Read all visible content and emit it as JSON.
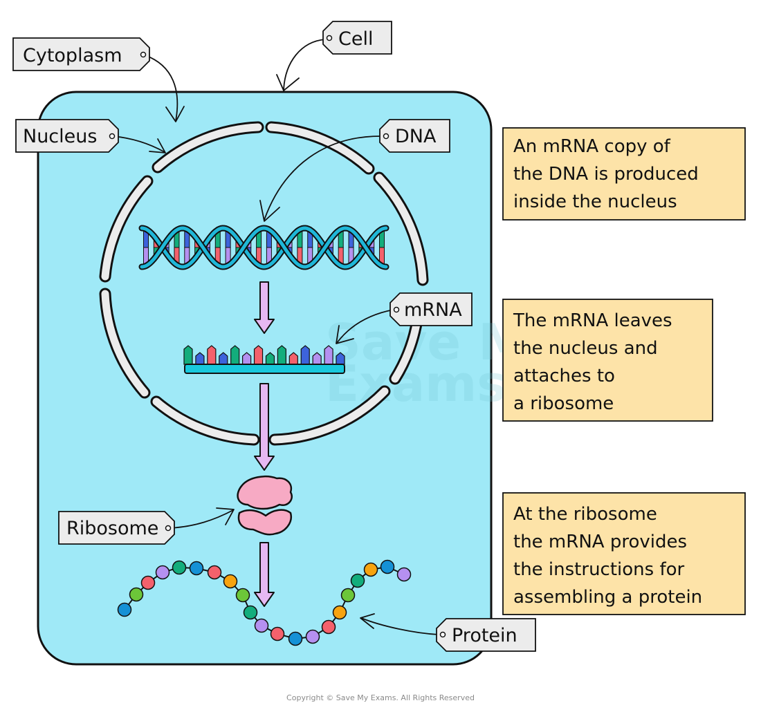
{
  "labels": {
    "cytoplasm": "Cytoplasm",
    "cell": "Cell",
    "nucleus": "Nucleus",
    "dna": "DNA",
    "mrna": "mRNA",
    "ribosome": "Ribosome",
    "protein": "Protein"
  },
  "notes": [
    {
      "lines": [
        "An mRNA copy of",
        "the DNA is produced",
        "inside the nucleus"
      ]
    },
    {
      "lines": [
        "The mRNA leaves",
        "the nucleus and",
        "attaches to",
        "a ribosome"
      ]
    },
    {
      "lines": [
        "At the ribosome",
        "the mRNA provides",
        "the instructions for",
        "assembling a protein"
      ]
    }
  ],
  "watermark": [
    "Save My",
    "Exams"
  ],
  "copyright": "Copyright © Save My Exams. All Rights Reserved",
  "colors": {
    "cell_fill": "#9fe9f7",
    "note_fill": "#fde3a8",
    "tag_fill": "#ececec",
    "arrow_purple": "#e6b8f2",
    "ribosome_pink": "#f7aac4",
    "mrna_backbone": "#18c9dd",
    "dna_helix": "#1fb7d8"
  },
  "protein_bead_colors": [
    "#1591d6",
    "#6cc639",
    "#f4616c",
    "#b590f0",
    "#13ad7c",
    "#1591d6",
    "#f4616c",
    "#f7a30f",
    "#6cc639",
    "#13ad7c",
    "#b590f0",
    "#f4616c",
    "#1591d6",
    "#b590f0",
    "#f4616c",
    "#f7a30f",
    "#6cc639",
    "#13ad7c",
    "#f7a30f",
    "#1591d6",
    "#b590f0"
  ]
}
